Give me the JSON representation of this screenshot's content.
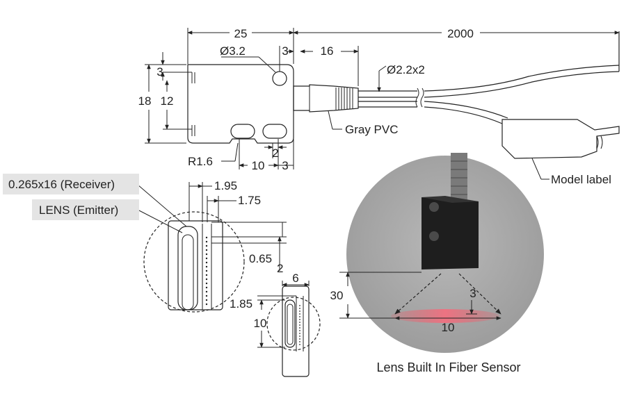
{
  "dimensions": {
    "len_25": "25",
    "len_2000": "2000",
    "hole_d": "Ø3.2",
    "hole_off": "3",
    "len_16": "16",
    "cable_d": "Ø2.2x2",
    "h_3": "3",
    "h_18": "18",
    "h_12": "12",
    "radius": "R1.6",
    "bot_2": "2",
    "bot_10": "10",
    "bot_3": "3",
    "lens_195": "1.95",
    "lens_175": "1.75",
    "lens_065": "0.65",
    "lens_2": "2",
    "side_6": "6",
    "side_185": "1.85",
    "side_10": "10",
    "photo_30": "30",
    "photo_3": "3",
    "photo_10": "10"
  },
  "labels": {
    "gray_pvc": "Gray PVC",
    "model_label": "Model label",
    "receiver": "0.265x16 (Receiver)",
    "emitter": "LENS (Emitter)",
    "caption": "Lens Built In Fiber Sensor"
  },
  "colors": {
    "line": "#222222",
    "tag_bg": "#e4e4e4",
    "photo_bg": "#a9a9a9",
    "sensor_body": "#1e1e1e",
    "spot": "#e0606a"
  }
}
